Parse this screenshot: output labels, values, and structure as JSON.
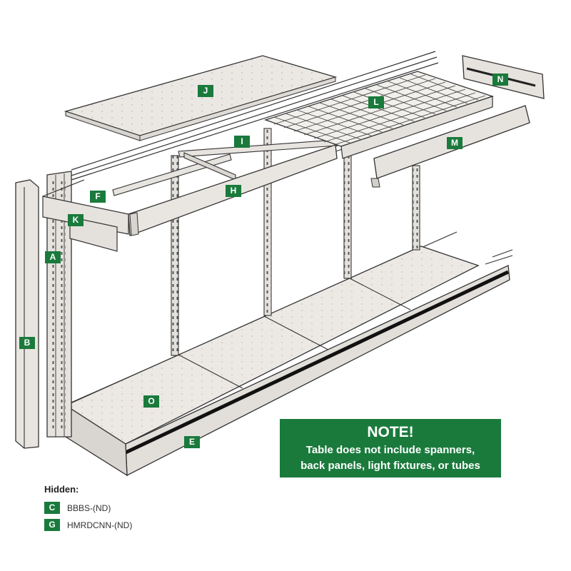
{
  "colors": {
    "accent": "#1a7a3c",
    "line": "#333333",
    "fill": "#e9e6e2",
    "fill_dark": "#d7d3ce",
    "mesh": "#444444"
  },
  "parts": {
    "A": "A",
    "B": "B",
    "E": "E",
    "F": "F",
    "H": "H",
    "I": "I",
    "J": "J",
    "K": "K",
    "L": "L",
    "M": "M",
    "N": "N",
    "O": "O"
  },
  "note": {
    "title": "NOTE!",
    "line1": "Table does not include spanners,",
    "line2": "back panels, light fixtures, or tubes"
  },
  "hidden": {
    "title": "Hidden:",
    "items": [
      {
        "label": "C",
        "code": "BBBS-(ND)"
      },
      {
        "label": "G",
        "code": "HMRDCNN-(ND)"
      }
    ]
  }
}
